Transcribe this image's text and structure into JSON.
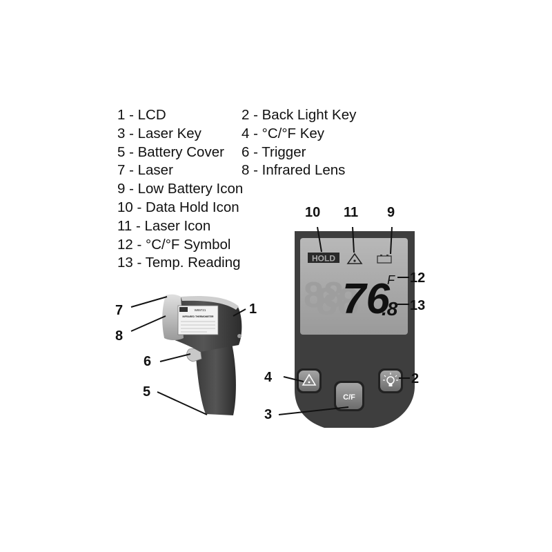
{
  "legend": [
    [
      "1 - LCD",
      "2 - Back Light Key"
    ],
    [
      "3 - Laser Key",
      "4 - °C/°F Key"
    ],
    [
      "5 - Battery Cover",
      "6 - Trigger"
    ],
    [
      "7 - Laser",
      "8 - Infrared Lens"
    ],
    [
      "9 - Low Battery Icon",
      ""
    ],
    [
      "10 - Data Hold Icon",
      ""
    ],
    [
      "11 - Laser Icon",
      ""
    ],
    [
      "12 - °C/°F Symbol",
      ""
    ],
    [
      "13 - Temp. Reading",
      ""
    ]
  ],
  "callouts": {
    "c1": "1",
    "c2": "2",
    "c3": "3",
    "c4": "4",
    "c5": "5",
    "c6": "6",
    "c7": "7",
    "c8": "8",
    "c9": "9",
    "c10": "10",
    "c11": "11",
    "c12": "12",
    "c13": "13"
  },
  "lcd": {
    "hold": "HOLD",
    "reading_main": "76",
    "reading_decimal": ".8",
    "unit": "F"
  },
  "buttons": {
    "cf": "C/F"
  },
  "device_label": {
    "brand": "INFRARED THERMOMETER",
    "model": "W89721"
  },
  "colors": {
    "body": "#4a4a4a",
    "body_dark": "#2e2e2e",
    "nose": "#bdbdbd",
    "lcd_bg": "#a8a8a8",
    "button": "#8a8a8a"
  }
}
